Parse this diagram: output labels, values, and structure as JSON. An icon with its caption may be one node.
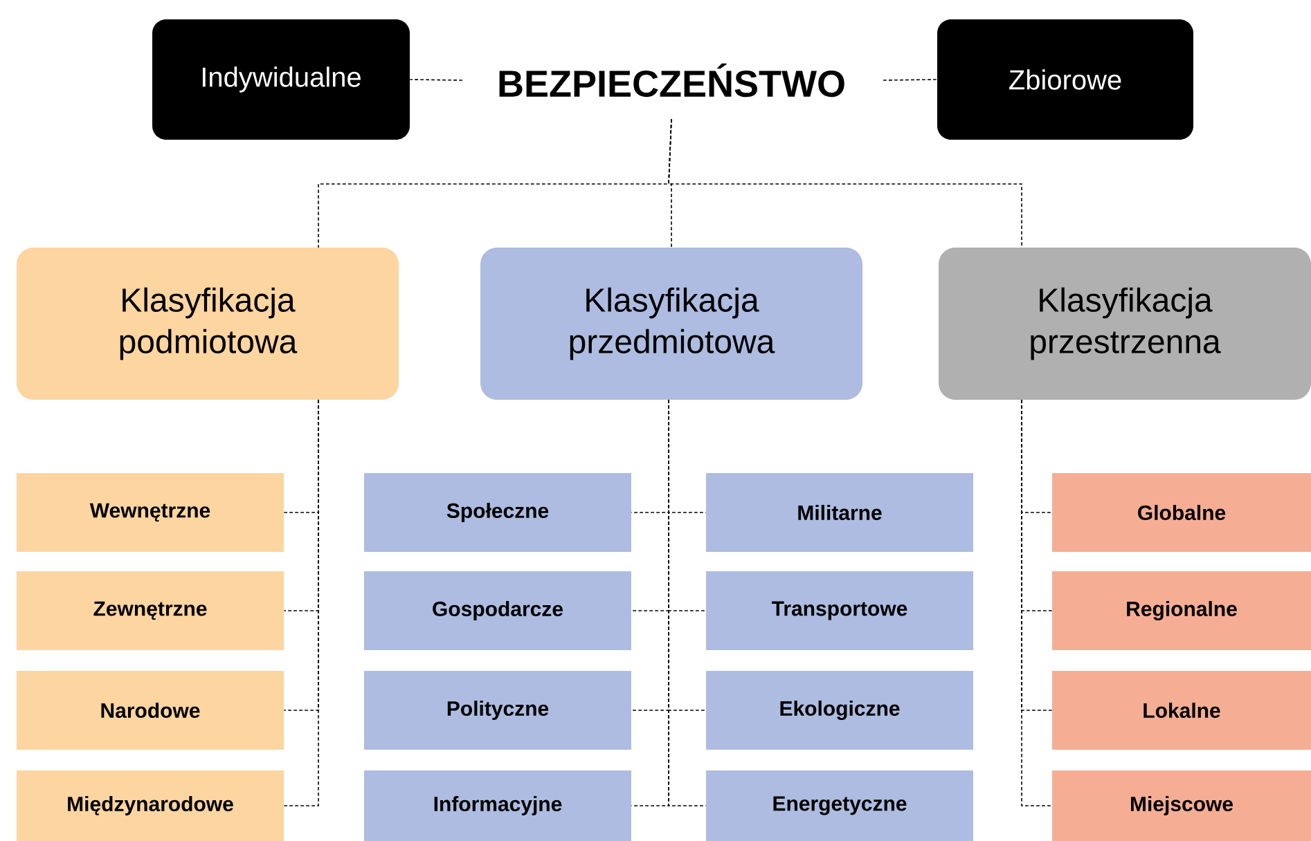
{
  "diagram": {
    "nodes": [
      {
        "text": [
          "Indywidualne"
        ]
      },
      {
        "text": [
          "BEZPIECZEŃSTWO"
        ]
      },
      {
        "text": [
          "Zbiorowe"
        ]
      },
      {
        "text": [
          "Klasyfikacja podmiotowa"
        ]
      },
      {
        "text": [
          "Klasyfikacja przedmiotowa"
        ]
      },
      {
        "text": [
          "Klasyfikacja przestrzenna"
        ]
      },
      {
        "text": [
          "Wewnętrzne"
        ]
      },
      {
        "text": [
          "Zewnętrzne"
        ]
      },
      {
        "text": [
          "Narodowe"
        ]
      },
      {
        "text": [
          "Międzynarodowe"
        ]
      },
      {
        "text": [
          "Społeczne"
        ]
      },
      {
        "text": [
          "Gospodarcze"
        ]
      },
      {
        "text": [
          "Polityczne"
        ]
      },
      {
        "text": [
          "Informacyjne"
        ]
      },
      {
        "text": [
          "Militarne"
        ]
      },
      {
        "text": [
          "Transportowe"
        ]
      },
      {
        "text": [
          "Ekologiczne"
        ]
      },
      {
        "text": [
          "Energetyczne"
        ]
      },
      {
        "text": [
          "Globalne"
        ]
      },
      {
        "text": [
          "Regionalne"
        ]
      },
      {
        "text": [
          "Lokalne"
        ]
      },
      {
        "text": [
          "Miejscowe"
        ]
      }
    ],
    "edges": [
      {
        "from": 1,
        "to": 0,
        "arrow": "none",
        "style": "dashed"
      },
      {
        "from": 1,
        "to": 2,
        "arrow": "none",
        "style": "dashed"
      },
      {
        "from": 1,
        "to": 3,
        "arrow": "none",
        "style": "dashed"
      },
      {
        "from": 1,
        "to": 4,
        "arrow": "none",
        "style": "dashed"
      },
      {
        "from": 1,
        "to": 5,
        "arrow": "none",
        "style": "dashed"
      },
      {
        "from": 3,
        "to": 6,
        "arrow": "none",
        "style": "dashed"
      },
      {
        "from": 3,
        "to": 7,
        "arrow": "none",
        "style": "dashed"
      },
      {
        "from": 3,
        "to": 8,
        "arrow": "none",
        "style": "dashed"
      },
      {
        "from": 3,
        "to": 9,
        "arrow": "none",
        "style": "dashed"
      },
      {
        "from": 4,
        "to": 10,
        "arrow": "none",
        "style": "dashed"
      },
      {
        "from": 4,
        "to": 11,
        "arrow": "none",
        "style": "dashed"
      },
      {
        "from": 4,
        "to": 12,
        "arrow": "none",
        "style": "dashed"
      },
      {
        "from": 4,
        "to": 13,
        "arrow": "none",
        "style": "dashed"
      },
      {
        "from": 4,
        "to": 14,
        "arrow": "none",
        "style": "dashed"
      },
      {
        "from": 4,
        "to": 15,
        "arrow": "none",
        "style": "dashed"
      },
      {
        "from": 4,
        "to": 16,
        "arrow": "none",
        "style": "dashed"
      },
      {
        "from": 4,
        "to": 17,
        "arrow": "none",
        "style": "dashed"
      },
      {
        "from": 5,
        "to": 18,
        "arrow": "none",
        "style": "dashed"
      },
      {
        "from": 5,
        "to": 19,
        "arrow": "none",
        "style": "dashed"
      },
      {
        "from": 5,
        "to": 20,
        "arrow": "none",
        "style": "dashed"
      },
      {
        "from": 5,
        "to": 21,
        "arrow": "none",
        "style": "dashed"
      }
    ]
  }
}
